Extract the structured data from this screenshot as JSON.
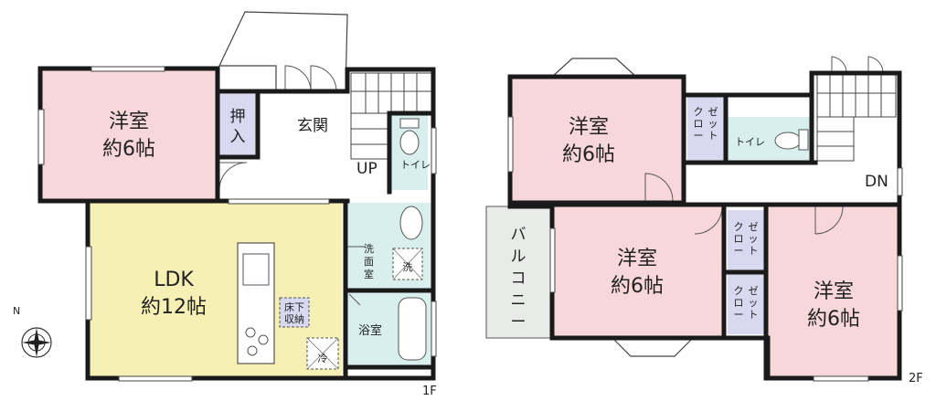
{
  "floor1": {
    "label": "1F",
    "rooms": {
      "western_room": {
        "name": "洋室",
        "size": "約6帖"
      },
      "closet_push": {
        "name": "押入"
      },
      "entrance": {
        "name": "玄関"
      },
      "toilet": {
        "name": "トイレ"
      },
      "up_label": "UP",
      "ldk": {
        "name": "LDK",
        "size": "約12帖"
      },
      "washroom": {
        "name": "洗面室"
      },
      "washer": "洗",
      "bathroom": {
        "name": "浴室"
      },
      "underfloor_storage": "床下収納",
      "fridge": "冷"
    }
  },
  "floor2": {
    "label": "2F",
    "rooms": {
      "western_room_a": {
        "name": "洋室",
        "size": "約6帖"
      },
      "western_room_b": {
        "name": "洋室",
        "size": "約6帖"
      },
      "western_room_c": {
        "name": "洋室",
        "size": "約6帖"
      },
      "closet": "クローゼット",
      "toilet": "トイレ",
      "balcony": "バルコニー",
      "down_label": "DN"
    }
  },
  "compass": {
    "north_label": "N"
  },
  "colors": {
    "wall": "#1a1a1a",
    "bedroom": "#f7d7da",
    "ldk": "#f7f0b5",
    "wet_area": "#d8efed",
    "closet": "#d8d8f0",
    "balcony": "#e8ebe8"
  }
}
